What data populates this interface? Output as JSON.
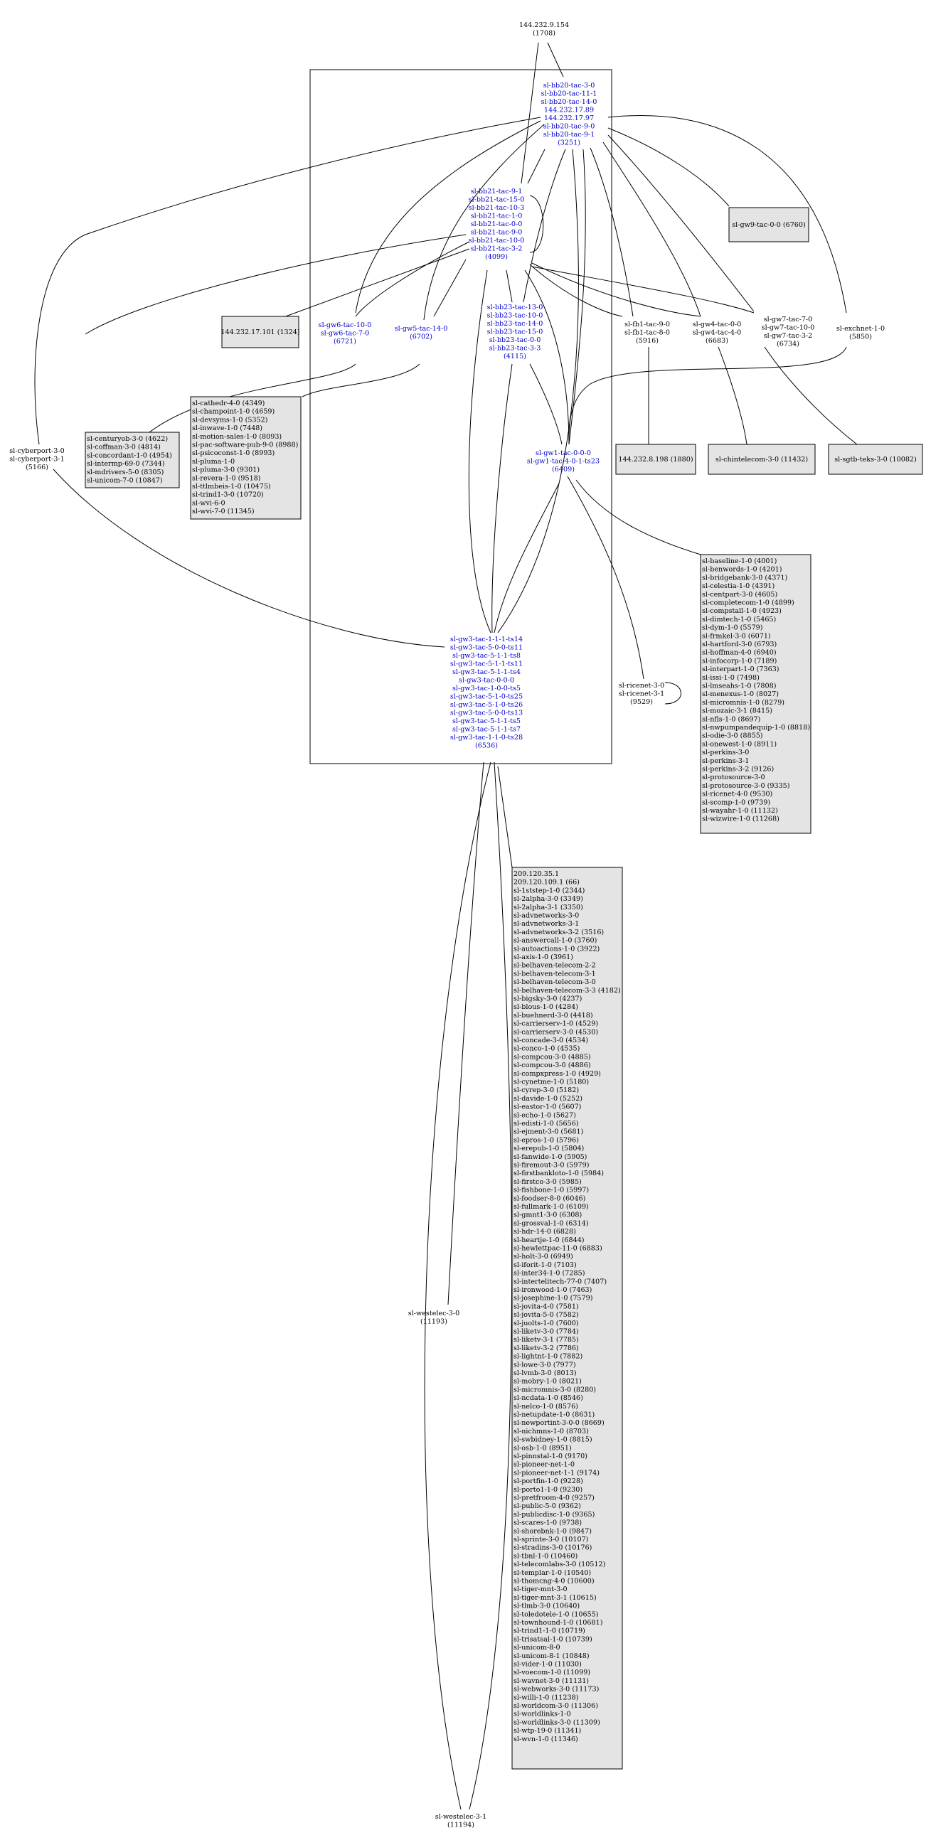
{
  "nodes": {
    "top_ip": {
      "lines": [
        "144.232.9.154",
        "(1708)"
      ]
    },
    "bb20": {
      "lines": [
        "sl-bb20-tac-3-0",
        "sl-bb20-tac-11-1",
        "sl-bb20-tac-14-0",
        "144.232.17.89",
        "144.232.17.97",
        "sl-bb20-tac-9-0",
        "sl-bb20-tac-9-1",
        "(3251)"
      ]
    },
    "bb21": {
      "lines": [
        "sl-bb21-tac-9-1",
        "sl-bb21-tac-15-0",
        "sl-bb21-tac-10-3",
        "sl-bb21-tac-1-0",
        "sl-bb21-tac-0-0",
        "sl-bb21-tac-9-0",
        "sl-bb21-tac-10-0",
        "sl-bb21-tac-3-2",
        "(4099)"
      ]
    },
    "gw9": {
      "lines": [
        "sl-gw9-tac-0-0 (6760)"
      ]
    },
    "ip101": {
      "lines": [
        "144.232.17.101 (1324)"
      ]
    },
    "gw6": {
      "lines": [
        "sl-gw6-tac-10-0",
        "sl-gw6-tac-7-0",
        "(6721)"
      ]
    },
    "gw5": {
      "lines": [
        "sl-gw5-tac-14-0",
        "(6702)"
      ]
    },
    "bb23": {
      "lines": [
        "sl-bb23-tac-13-0",
        "sl-bb23-tac-10-0",
        "sl-bb23-tac-14-0",
        "sl-bb23-tac-15-0",
        "sl-bb23-tac-0-0",
        "sl-bb23-tac-3-3",
        "(4115)"
      ]
    },
    "fb1": {
      "lines": [
        "sl-fb1-tac-9-0",
        "sl-fb1-tac-8-0",
        "(5916)"
      ]
    },
    "gw4": {
      "lines": [
        "sl-gw4-tac-0-0",
        "sl-gw4-tac-4-0",
        "(6683)"
      ]
    },
    "gw7": {
      "lines": [
        "sl-gw7-tac-7-0",
        "sl-gw7-tac-10-0",
        "sl-gw7-tac-3-2",
        "(6734)"
      ]
    },
    "exchnet": {
      "lines": [
        "sl-exchnet-1-0",
        "(5850)"
      ]
    },
    "cyberport": {
      "lines": [
        "sl-cyberport-3-0",
        "sl-cyberport-3-1",
        "(5166)"
      ]
    },
    "gw1": {
      "lines": [
        "sl-gw1-tac-0-0-0",
        "sl-gw1-tac-4-0-1-ts23",
        "(6409)"
      ]
    },
    "ip198": {
      "lines": [
        "144.232.8.198 (1880)"
      ]
    },
    "chintel": {
      "lines": [
        "sl-chintelecom-3-0 (11432)"
      ]
    },
    "sgtb": {
      "lines": [
        "sl-sgtb-teks-3-0 (10082)"
      ]
    },
    "gw3": {
      "lines": [
        "sl-gw3-tac-1-1-1-ts14",
        "sl-gw3-tac-5-0-0-ts11",
        "sl-gw3-tac-5-1-1-ts8",
        "sl-gw3-tac-5-1-1-ts11",
        "sl-gw3-tac-5-1-1-ts4",
        "sl-gw3-tac-0-0-0",
        "sl-gw3-tac-1-0-0-ts5",
        "sl-gw3-tac-5-1-0-ts25",
        "sl-gw3-tac-5-1-0-ts26",
        "sl-gw3-tac-5-0-0-ts13",
        "sl-gw3-tac-5-1-1-ts5",
        "sl-gw3-tac-5-1-1-ts7",
        "sl-gw3-tac-1-1-0-ts28",
        "(6536)"
      ]
    },
    "ricenet": {
      "lines": [
        "sl-ricenet-3-0",
        "sl-ricenet-3-1",
        "(9529)"
      ]
    },
    "westelec1": {
      "lines": [
        "sl-westelec-3-0",
        "(11193)"
      ]
    },
    "westelec2": {
      "lines": [
        "sl-westelec-3-1",
        "(11194)"
      ]
    }
  },
  "boxes": {
    "box1": {
      "lines": [
        "sl-centuryob-3-0 (4622)",
        "sl-coffman-3-0 (4814)",
        "sl-concordant-1-0 (4954)",
        "sl-intermp-69-0 (7344)",
        "sl-mdrivers-5-0 (8305)",
        "sl-unicom-7-0 (10847)"
      ]
    },
    "box2": {
      "lines": [
        "sl-cathedr-4-0 (4349)",
        "sl-champoint-1-0 (4659)",
        "sl-devsyms-1-0 (5352)",
        "sl-inwave-1-0 (7448)",
        "sl-motion-sales-1-0 (8093)",
        "sl-pac-software-pub-9-0 (8988)",
        "sl-psicoconst-1-0 (8993)",
        "sl-pluma-1-0",
        "sl-pluma-3-0 (9301)",
        "sl-revera-1-0 (9518)",
        "sl-ttlmbeis-1-0 (10475)",
        "sl-trind1-3-0 (10720)",
        "sl-wvi-6-0",
        "sl-wvi-7-0 (11345)"
      ]
    },
    "box3": {
      "lines": [
        "sl-baseline-1-0 (4001)",
        "sl-benwords-1-0 (4201)",
        "sl-bridgebank-3-0 (4371)",
        "sl-celestia-1-0 (4391)",
        "sl-centpart-3-0 (4605)",
        "sl-completecom-1-0 (4899)",
        "sl-compstall-1-0 (4923)",
        "sl-dimtech-1-0 (5465)",
        "sl-dym-1-0 (5579)",
        "sl-frmkel-3-0 (6071)",
        "sl-hartford-3-0 (6793)",
        "sl-hoffman-4-0 (6940)",
        "sl-infocorp-1-0 (7189)",
        "sl-interpart-1-0 (7363)",
        "sl-issi-1-0 (7498)",
        "sl-lmseahs-1-0 (7808)",
        "sl-menexus-1-0 (8027)",
        "sl-micromnis-1-0 (8279)",
        "sl-mozaic-3-1 (8415)",
        "sl-nfls-1-0 (8697)",
        "sl-nwpumpandequip-1-0 (8818)",
        "sl-odie-3-0 (8855)",
        "sl-onewest-1-0 (8911)",
        "sl-perkins-3-0",
        "sl-perkins-3-1",
        "sl-perkins-3-2 (9126)",
        "sl-protosource-3-0",
        "sl-protosource-3-0 (9335)",
        "sl-ricenet-4-0 (9530)",
        "sl-scomp-1-0 (9739)",
        "sl-wayahr-1-0 (11132)",
        "sl-wizwire-1-0 (11268)"
      ]
    },
    "box4": {
      "lines": [
        "209.120.35.1",
        "209.120.109.1 (66)",
        "sl-1ststep-1-0 (2344)",
        "sl-2alpha-3-0 (3349)",
        "sl-2alpha-3-1 (3350)",
        "sl-advnetworks-3-0",
        "sl-advnetworks-3-1",
        "sl-advnetworks-3-2 (3516)",
        "sl-answercall-1-0 (3760)",
        "sl-autoactions-1-0 (3922)",
        "sl-axis-1-0 (3961)",
        "sl-belhaven-telecom-2-2",
        "sl-belhaven-telecom-3-1",
        "sl-belhaven-telecom-3-0",
        "sl-belhaven-telecom-3-3 (4182)",
        "sl-bigsky-3-0 (4237)",
        "sl-blous-1-0 (4284)",
        "sl-buehnerd-3-0 (4418)",
        "sl-carrierserv-1-0 (4529)",
        "sl-carrierserv-3-0 (4530)",
        "sl-concade-3-0 (4534)",
        "sl-conco-1-0 (4535)",
        "sl-compcou-3-0 (4885)",
        "sl-compcou-3-0 (4886)",
        "sl-compxpress-1-0 (4929)",
        "sl-cynetme-1-0 (5180)",
        "sl-cyrep-3-0 (5182)",
        "sl-davide-1-0 (5252)",
        "sl-eastor-1-0 (5607)",
        "sl-echo-1-0 (5627)",
        "sl-edisti-1-0 (5656)",
        "sl-ejment-3-0 (5681)",
        "sl-epros-1-0 (5796)",
        "sl-erepub-1-0 (5804)",
        "sl-fanwide-1-0 (5905)",
        "sl-firemout-3-0 (5979)",
        "sl-firstbankloto-1-0 (5984)",
        "sl-firstco-3-0 (5985)",
        "sl-fishbone-1-0 (5997)",
        "sl-foodser-8-0 (6046)",
        "sl-fullmark-1-0 (6109)",
        "sl-gmnt1-3-0 (6308)",
        "sl-grossval-1-0 (6314)",
        "sl-hdr-14-0 (6828)",
        "sl-heartje-1-0 (6844)",
        "sl-hewlettpac-11-0 (6883)",
        "sl-holt-3-0 (6949)",
        "sl-iforit-1-0 (7103)",
        "sl-inter34-1-0 (7285)",
        "sl-intertelitech-77-0 (7407)",
        "sl-ironwood-1-0 (7463)",
        "sl-josephine-1-0 (7579)",
        "sl-jovita-4-0 (7581)",
        "sl-jovita-5-0 (7582)",
        "sl-juolts-1-0 (7600)",
        "sl-liketv-3-0 (7784)",
        "sl-liketv-3-1 (7785)",
        "sl-liketv-3-2 (7786)",
        "sl-lightnt-1-0 (7882)",
        "sl-lowe-3-0 (7977)",
        "sl-lvmb-3-0 (8013)",
        "sl-mobry-1-0 (8021)",
        "sl-micromnis-3-0 (8280)",
        "sl-ncdata-1-0 (8546)",
        "sl-nelco-1-0 (8576)",
        "sl-netupdate-1-0 (8631)",
        "sl-newportint-3-0-0 (8669)",
        "sl-nichmns-1-0 (8703)",
        "sl-swbidney-1-0 (8815)",
        "sl-osb-1-0 (8951)",
        "sl-pinnstal-1-0 (9170)",
        "sl-pioneer-net-1-0",
        "sl-pioneer-net-1-1 (9174)",
        "sl-portfin-1-0 (9228)",
        "sl-porto1-1-0 (9230)",
        "sl-pretfroom-4-0 (9257)",
        "sl-public-5-0 (9362)",
        "sl-publicdisc-1-0 (9365)",
        "sl-scares-1-0 (9738)",
        "sl-shorebnk-1-0 (9847)",
        "sl-sprinte-3-0 (10107)",
        "sl-stradins-3-0 (10176)",
        "sl-tbnl-1-0 (10460)",
        "sl-telecomlabs-3-0 (10512)",
        "sl-templar-1-0 (10540)",
        "sl-thomcng-4-0 (10600)",
        "sl-tiger-mnt-3-0",
        "sl-tiger-mnt-3-1 (10615)",
        "sl-tlmb-3-0 (10640)",
        "sl-toledotele-1-0 (10655)",
        "sl-townhound-1-0 (10681)",
        "sl-trind1-1-0 (10719)",
        "sl-trisatsal-1-0 (10739)",
        "sl-unicom-8-0",
        "sl-unicom-8-1 (10848)",
        "sl-vider-1-0 (11030)",
        "sl-voecom-1-0 (11099)",
        "sl-wavnet-3-0 (11131)",
        "sl-webworks-3-0 (11173)",
        "sl-willi-1-0 (11238)",
        "sl-worldcom-3-0 (11306)",
        "sl-worldlinks-1-0",
        "sl-worldlinks-3-0 (11309)",
        "sl-wtp-19-0 (11341)",
        "sl-wvn-1-0 (11346)"
      ]
    }
  }
}
